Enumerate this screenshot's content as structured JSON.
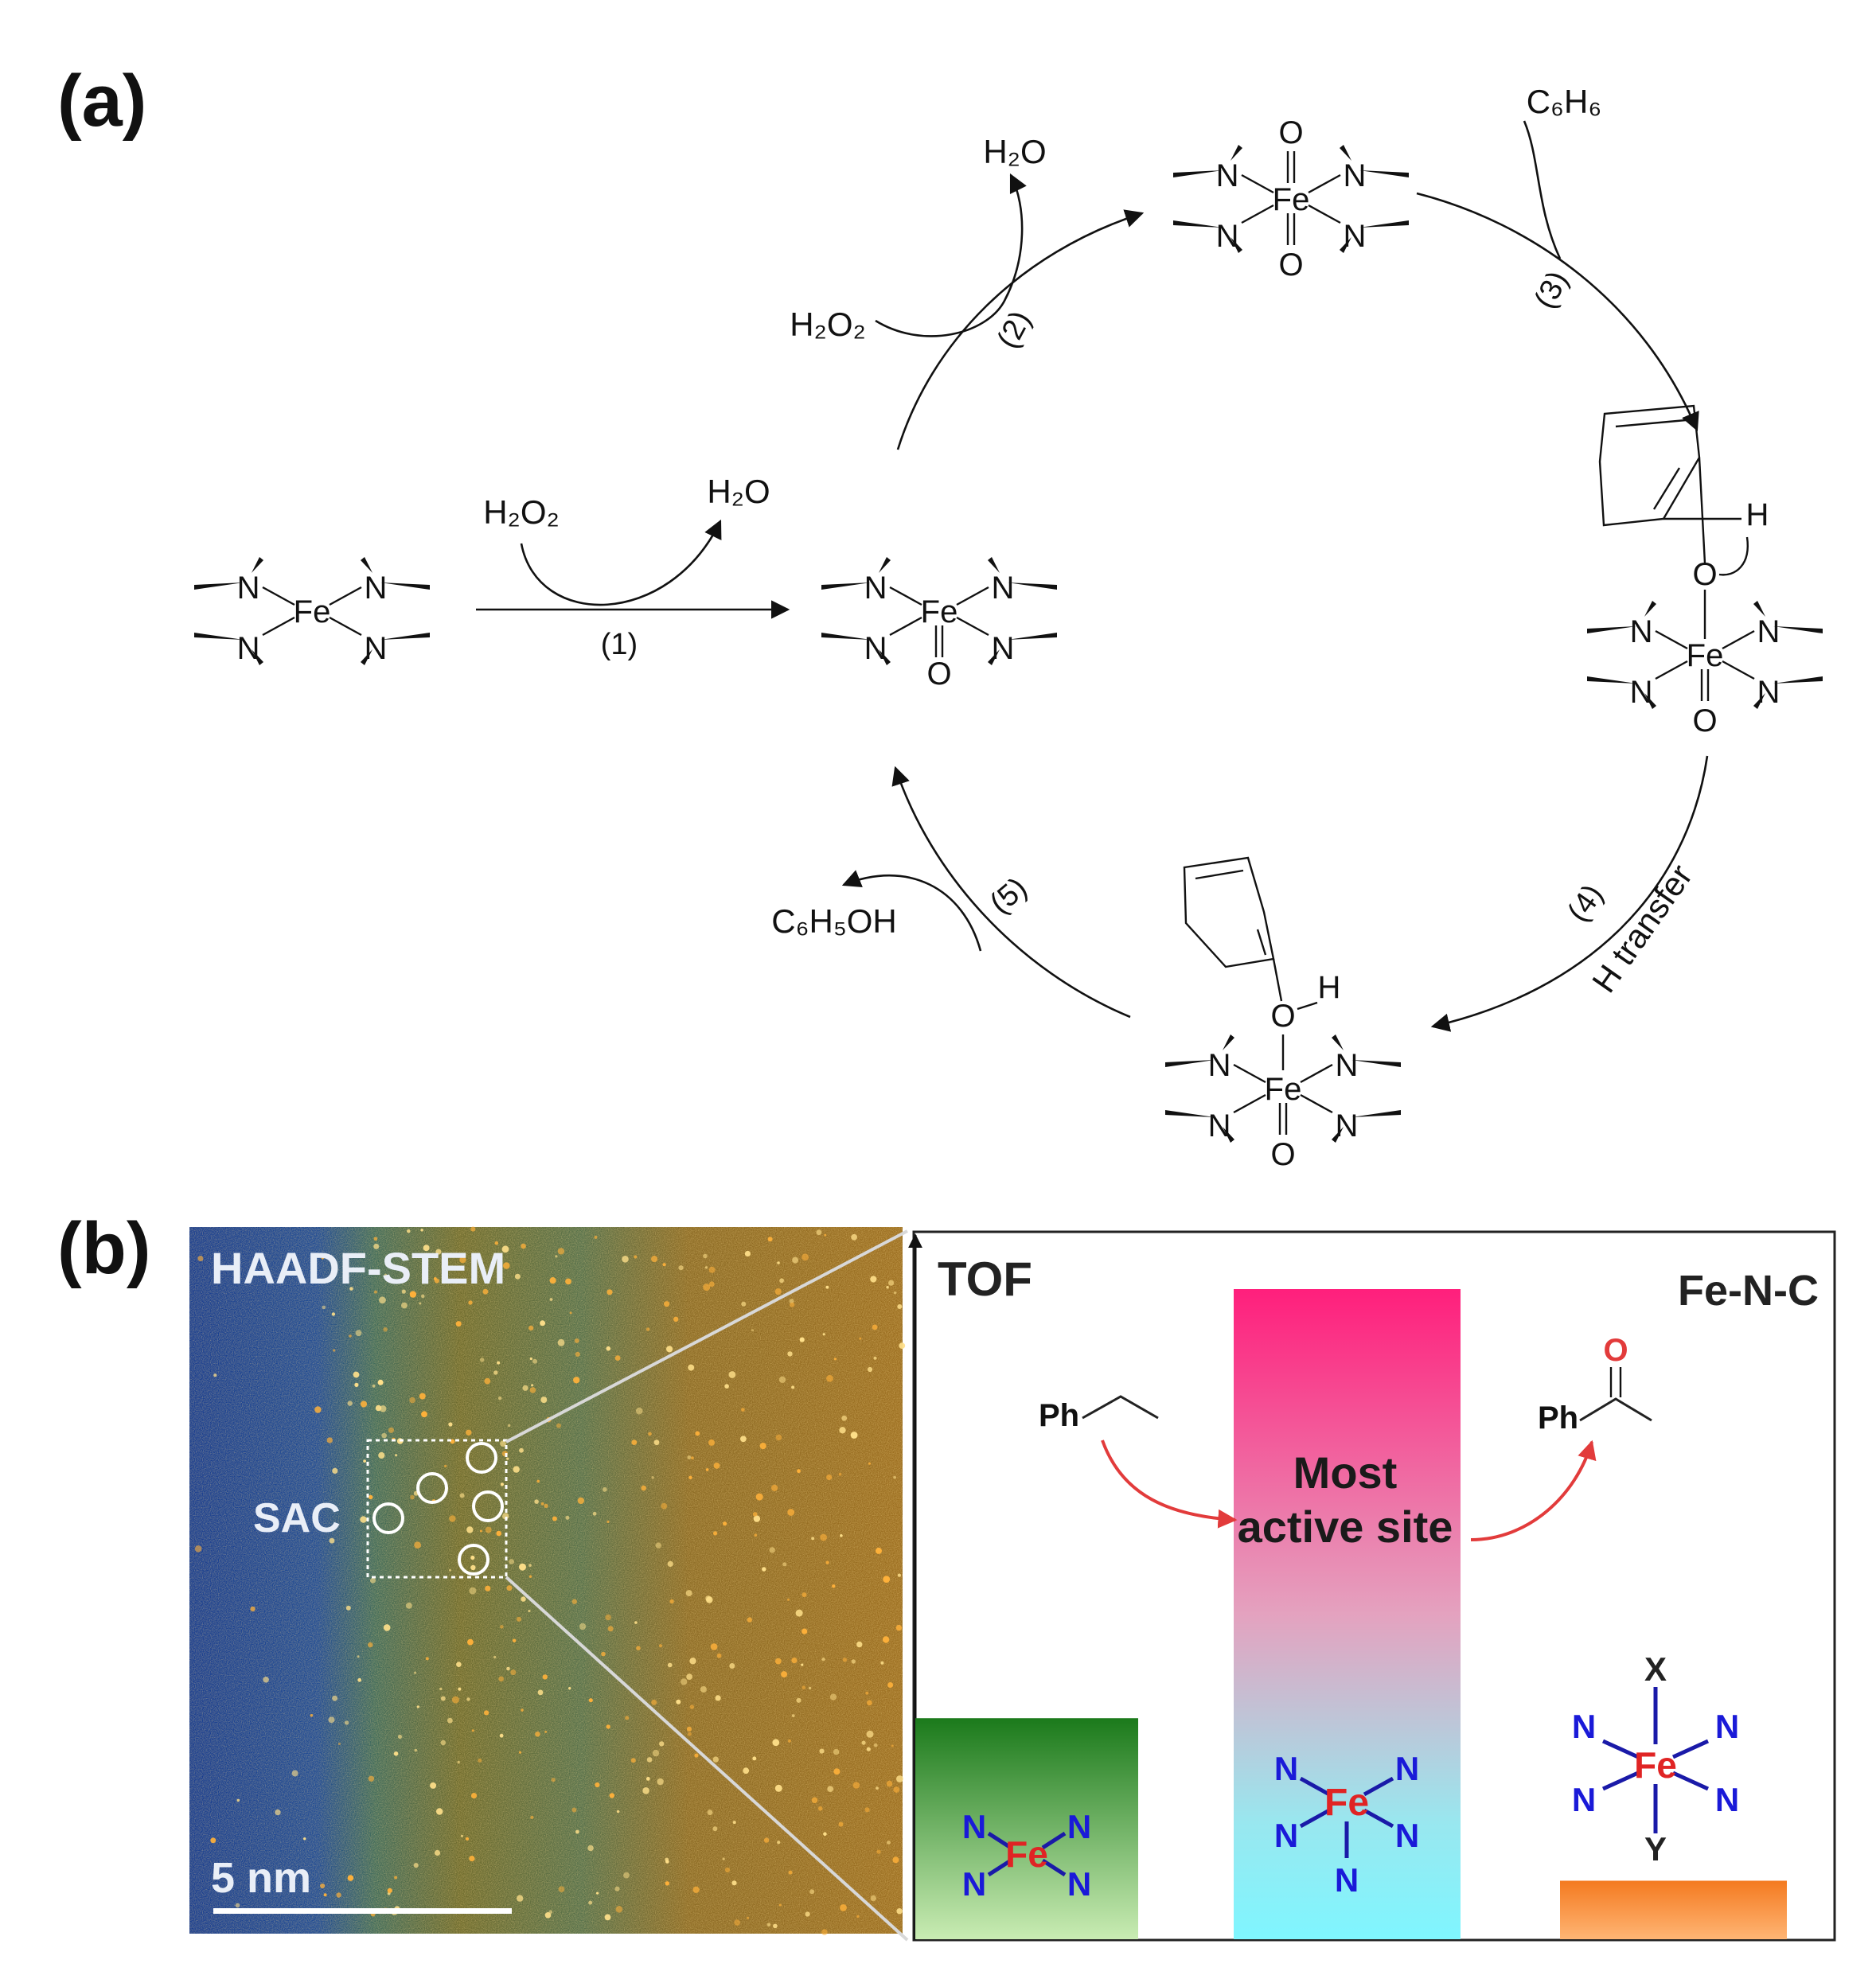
{
  "panel_a": {
    "label": "(a)",
    "atoms": {
      "iron": "Fe",
      "nitrogen": "N",
      "oxygen": "O",
      "hydrogen": "H"
    },
    "steps": [
      "(1)",
      "(2)",
      "(3)",
      "(4)",
      "H transfer",
      "(5)"
    ],
    "species": {
      "h2o2": "H₂O₂",
      "h2o": "H₂O",
      "benzene": "C₆H₆",
      "phenol": "C₆H₅OH"
    }
  },
  "panel_b": {
    "label": "(b)",
    "micrograph": {
      "title": "HAADF-STEM",
      "annotation": "SAC",
      "scale_bar": "5 nm"
    },
    "chart": {
      "y_axis_label": "TOF",
      "catalyst_label": "Fe-N-C",
      "center_text_line1": "Most",
      "center_text_line2": "active site",
      "substrate_label": "Ph",
      "product_label": "Ph",
      "product_oxygen": "O",
      "axial_top": "X",
      "axial_bottom": "Y"
    },
    "chart_data": {
      "type": "bar",
      "categories": [
        "FeN4",
        "FeN5",
        "FeN4XY"
      ],
      "values": [
        34,
        100,
        9
      ],
      "colors": [
        "#1f7a1f",
        "#ff2a7f",
        "#f4842a"
      ]
    }
  }
}
